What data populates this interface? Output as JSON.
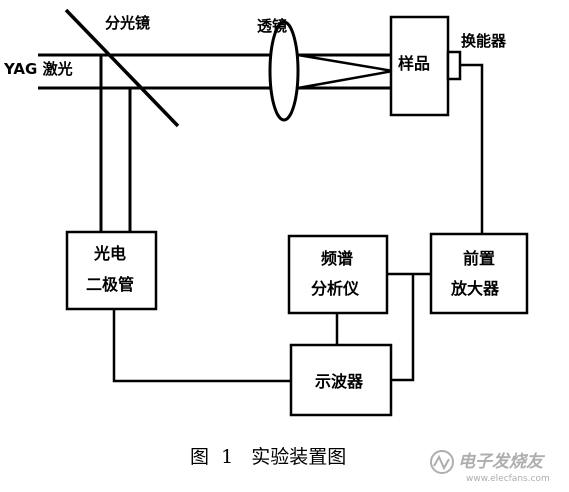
{
  "labels": {
    "beam_splitter": "分光镜",
    "lens": "透镜",
    "laser": "YAG 激光",
    "transducer": "换能器",
    "sample": "样品"
  },
  "boxes": {
    "photodiode_line1": "光电",
    "photodiode_line2": "二极管",
    "spectrum_line1": "频谱",
    "spectrum_line2": "分析仪",
    "preamp_line1": "前置",
    "preamp_line2": "放大器",
    "oscilloscope": "示波器"
  },
  "caption": "图  1   实验装置图",
  "watermark": {
    "text": "电子发烧友",
    "url": "www.elecfans.com"
  }
}
